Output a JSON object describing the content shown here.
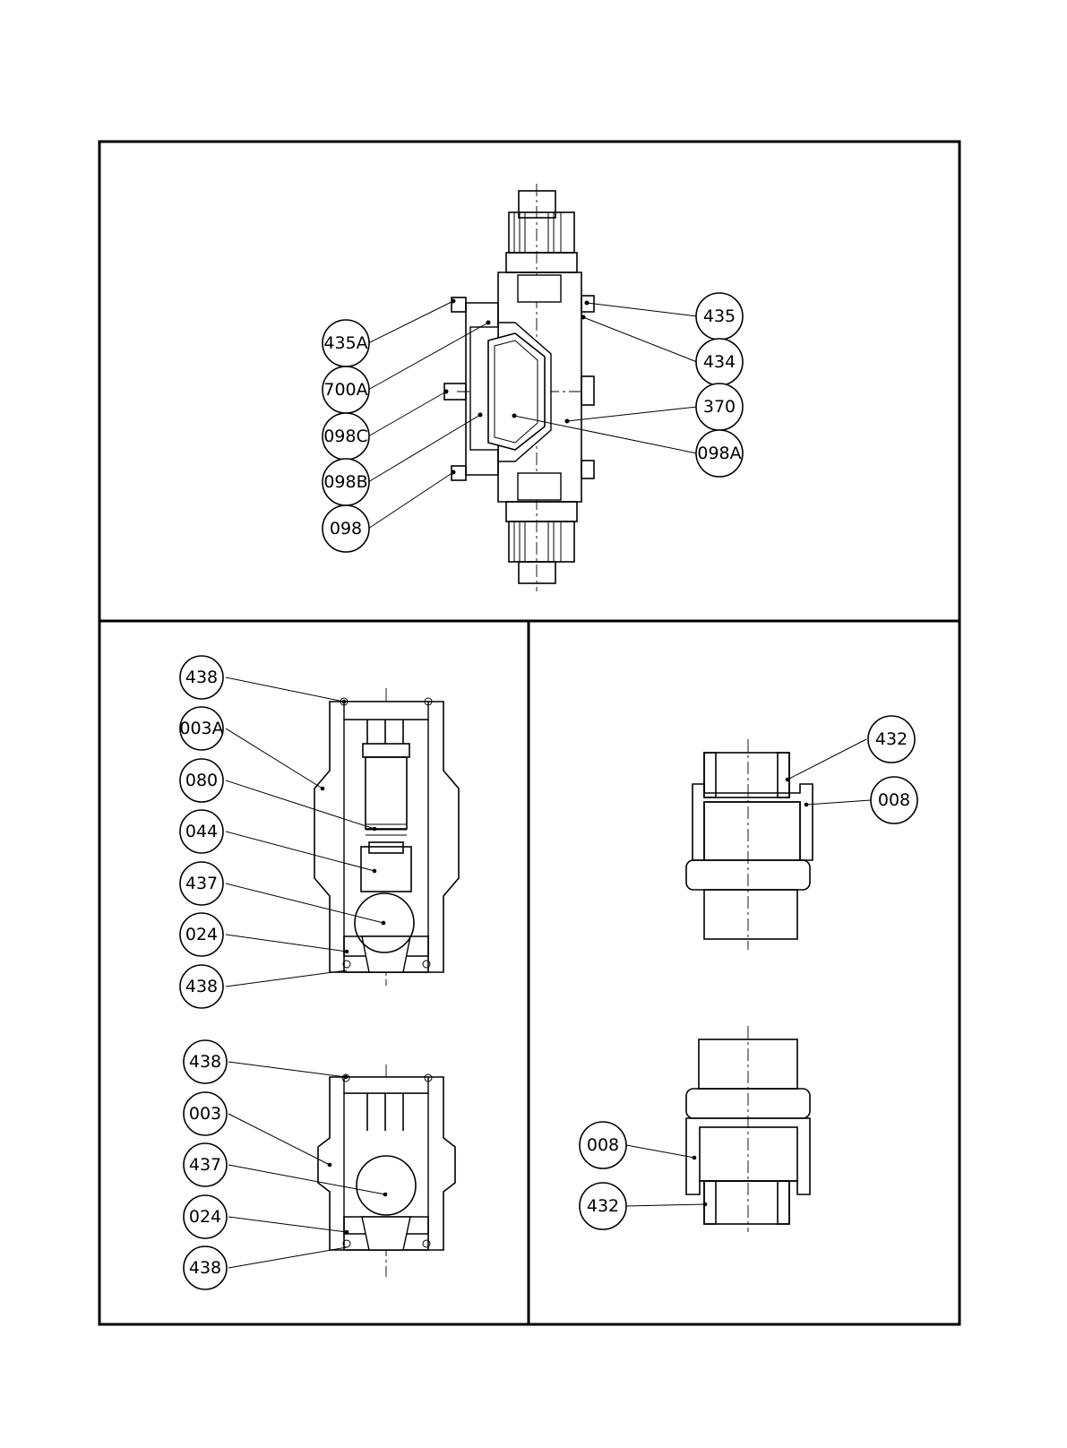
{
  "top_view": {
    "labels_left": [
      "435A",
      "700A",
      "098C",
      "098B",
      "098"
    ],
    "labels_right": [
      "435",
      "434",
      "370",
      "098A"
    ]
  },
  "bottom_left_view": {
    "upper_labels": [
      "438",
      "003A",
      "080",
      "044",
      "437",
      "024",
      "438"
    ],
    "lower_labels": [
      "438",
      "003",
      "437",
      "024",
      "438"
    ]
  },
  "bottom_right_view": {
    "upper_labels": [
      "432",
      "008"
    ],
    "lower_labels": [
      "008",
      "432"
    ]
  }
}
